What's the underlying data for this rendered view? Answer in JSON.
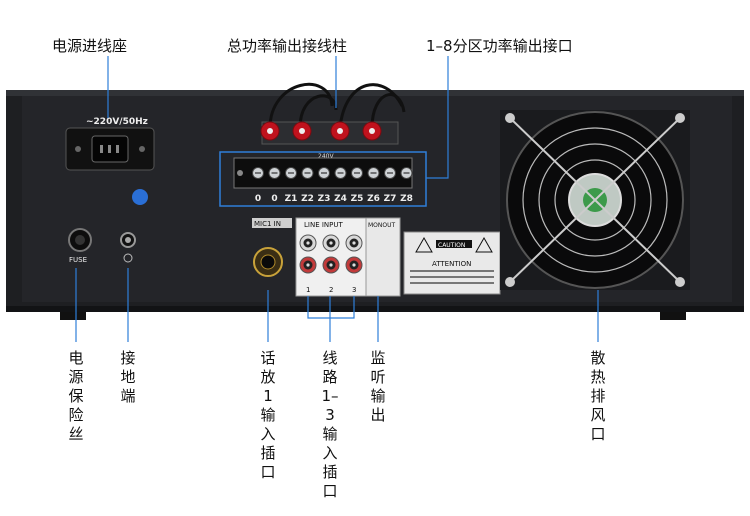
{
  "top_labels": {
    "power_inlet": "电源进线座",
    "total_power_terminal": "总功率输出接线柱",
    "zone_output": "1–8分区功率输出接口"
  },
  "bottom_labels": {
    "fuse": "电源保险丝",
    "ground": "接地端",
    "mic_input": "话放1输入插口",
    "line_input": "线路1–3输入插口",
    "monitor_output": "监听输出",
    "vent": "散热排风口"
  },
  "panel_text": {
    "voltage": "~220V/50Hz",
    "fuse": "FUSE",
    "terminal_voltage": "240V",
    "mic_in": "MIC1 IN",
    "line_input": "LINE INPUT",
    "mono_out": "MONOUT",
    "caution": "CAUTION",
    "attention": "ATTENTION",
    "ch1": "1",
    "ch2": "2",
    "ch3": "3",
    "terminals": [
      "0",
      "0",
      "Z1",
      "Z2",
      "Z3",
      "Z4",
      "Z5",
      "Z6",
      "Z7",
      "Z8"
    ]
  }
}
